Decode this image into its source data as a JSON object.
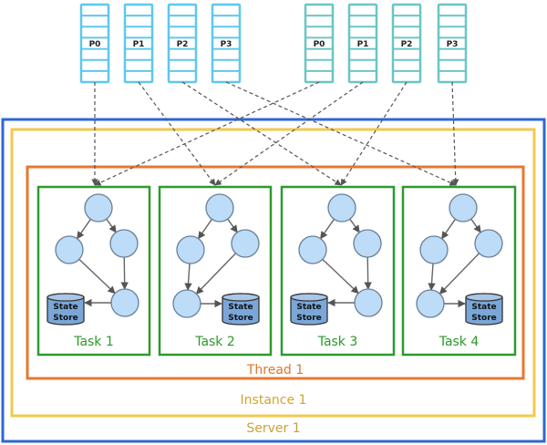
{
  "topics": [
    {
      "partitions": [
        "P0",
        "P1",
        "P2",
        "P3"
      ]
    },
    {
      "partitions": [
        "P0",
        "P1",
        "P2",
        "P3"
      ]
    }
  ],
  "tasks": [
    {
      "label": "Task 1",
      "store_label": [
        "State",
        "Store"
      ]
    },
    {
      "label": "Task 2",
      "store_label": [
        "State",
        "Store"
      ]
    },
    {
      "label": "Task 3",
      "store_label": [
        "State",
        "Store"
      ]
    },
    {
      "label": "Task 4",
      "store_label": [
        "State",
        "Store"
      ]
    }
  ],
  "containers": {
    "thread": "Thread 1",
    "instance": "Instance 1",
    "server": "Server 1"
  },
  "colors": {
    "topic1": "#5ec8ec",
    "topic2": "#6bc5c5",
    "server": "#2d67d6",
    "instance": "#f0c94e",
    "thread": "#e8772e",
    "task": "#2e9a2e",
    "node_fill": "#bcdcf7",
    "node_stroke": "#6b7f99",
    "store_fill": "#7aa7d8"
  }
}
